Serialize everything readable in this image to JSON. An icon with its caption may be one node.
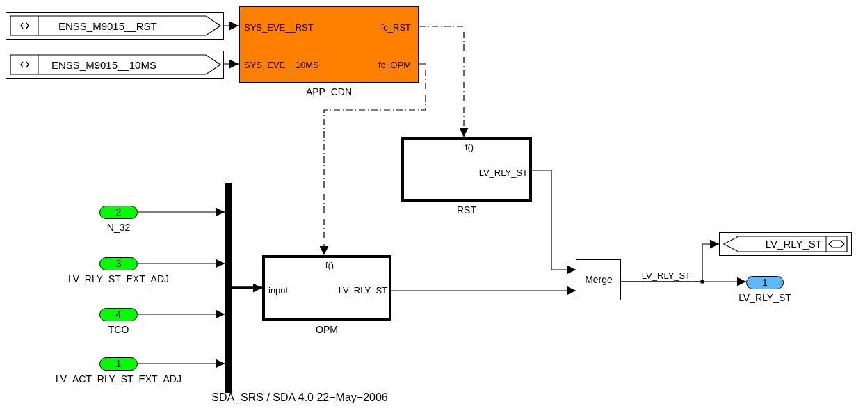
{
  "diagram": {
    "nodes": [
      {
        "text": [
          "ENSS_M9015__RST"
        ]
      },
      {
        "text": [
          "ENSS_M9015__10MS"
        ]
      },
      {
        "text": [
          "SYS_EVE__RST",
          "fc_RST",
          "SYS_EVE__10MS",
          "fc_OPM"
        ],
        "beside": [
          "APP_CDN"
        ]
      },
      {
        "text": [
          "f()",
          "LV_RLY_ST"
        ],
        "beside": [
          "RST"
        ]
      },
      {
        "text": [
          "2"
        ],
        "beside": [
          "N_32"
        ]
      },
      {
        "text": [
          "3"
        ],
        "beside": [
          "LV_RLY_ST_EXT_ADJ"
        ]
      },
      {
        "text": [
          "4"
        ],
        "beside": [
          "TCO"
        ]
      },
      {
        "text": [
          "1"
        ],
        "beside": [
          "LV_ACT_RLY_ST_EXT_ADJ"
        ]
      },
      {
        "text": [],
        "shape": "bar"
      },
      {
        "text": [
          "f()",
          "input",
          "LV_RLY_ST"
        ],
        "beside": [
          "OPM"
        ]
      },
      {
        "text": [
          "Merge"
        ]
      },
      {
        "text": [
          "LV_RLY_ST"
        ]
      },
      {
        "text": [
          "1"
        ],
        "beside": [
          "LV_RLY_ST"
        ]
      }
    ],
    "edges": [
      {
        "from": 0,
        "to": 2,
        "arrow": "to",
        "style": "dashed"
      },
      {
        "from": 1,
        "to": 2,
        "arrow": "to",
        "style": "dashed"
      },
      {
        "from": 2,
        "to": 3,
        "arrow": "to",
        "style": "dashed"
      },
      {
        "from": 2,
        "to": 9,
        "arrow": "to",
        "style": "dashed"
      },
      {
        "from": 3,
        "to": 10,
        "arrow": "to"
      },
      {
        "from": 4,
        "to": 8,
        "arrow": "to"
      },
      {
        "from": 5,
        "to": 8,
        "arrow": "to"
      },
      {
        "from": 6,
        "to": 8,
        "arrow": "to"
      },
      {
        "from": 7,
        "to": 8,
        "arrow": "to"
      },
      {
        "from": 8,
        "to": 9,
        "arrow": "to",
        "style": "thick"
      },
      {
        "from": 9,
        "to": 10,
        "arrow": "to"
      },
      {
        "from": 10,
        "to": 11,
        "arrow": "to"
      },
      {
        "from": 10,
        "to": 12,
        "arrow": "to",
        "label": "LV_RLY_ST"
      }
    ],
    "labels": [
      "SDA_SRS / SDA 4.0 22−May−2006"
    ]
  }
}
